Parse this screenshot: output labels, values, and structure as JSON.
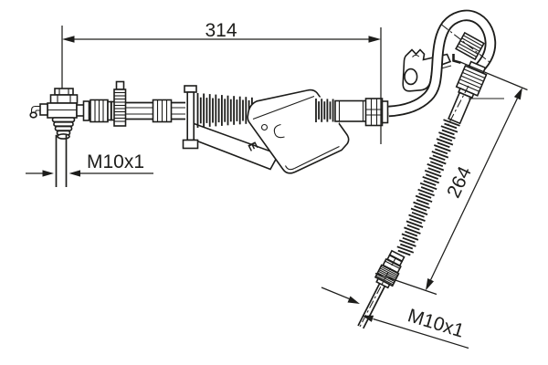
{
  "drawing": {
    "kind": "technical-line-drawing",
    "subject": "brake-hose-assembly",
    "background_color": "#ffffff",
    "line_color": "#1d1d1b"
  },
  "labels": {
    "overall_length": "314",
    "free_length": "264",
    "thread_left": "M10x1",
    "thread_right": "M10x1",
    "shield_stamp": "E"
  }
}
